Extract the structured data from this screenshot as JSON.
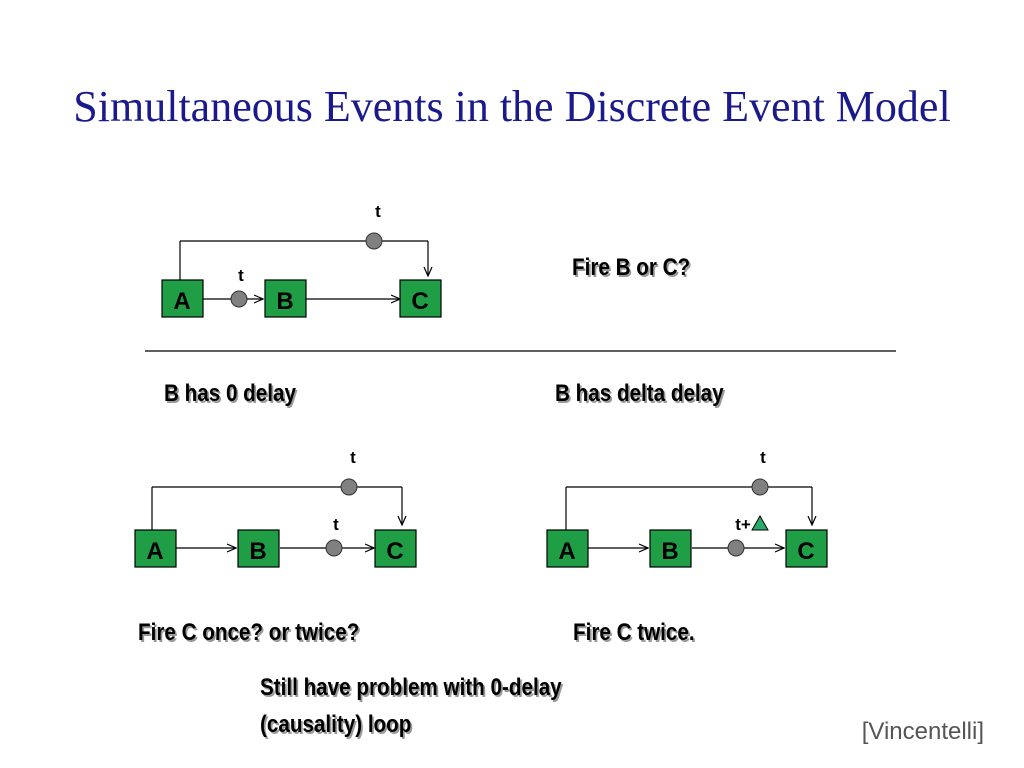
{
  "title": "Simultaneous Events in the Discrete Event Model",
  "colors": {
    "title": "#1a1a8c",
    "node_fill": "#1f9e45",
    "token_fill": "#808080",
    "delta_fill": "#2aa86a"
  },
  "diagram_top": {
    "nodes": [
      "A",
      "B",
      "C"
    ],
    "token_labels": [
      "t",
      "t"
    ],
    "question": "Fire B or C?"
  },
  "case_zero": {
    "heading": "B has 0 delay",
    "nodes": [
      "A",
      "B",
      "C"
    ],
    "token_labels": [
      "t",
      "t"
    ],
    "question": "Fire C once? or twice?"
  },
  "case_delta": {
    "heading": "B has delta delay",
    "nodes": [
      "A",
      "B",
      "C"
    ],
    "token_labels": [
      "t",
      "t+"
    ],
    "delta_icon": "delta-triangle-icon",
    "answer": "Fire C twice."
  },
  "note": {
    "line1": "Still have problem with 0-delay",
    "line2": "(causality) loop"
  },
  "credit": "[Vincentelli]"
}
